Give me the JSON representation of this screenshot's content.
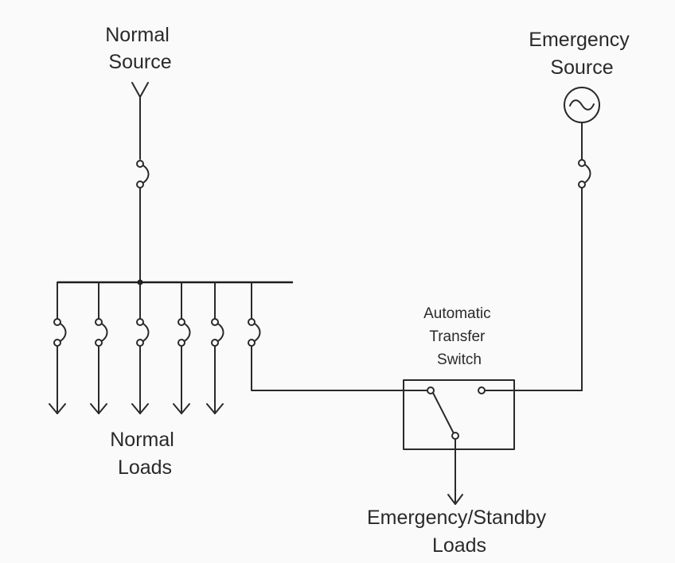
{
  "labels": {
    "normal_source": [
      "Normal",
      "Source"
    ],
    "emergency_source": [
      "Emergency",
      "Source"
    ],
    "normal_loads": [
      "Normal",
      "Loads"
    ],
    "ats": [
      "Automatic",
      "Transfer",
      "Switch"
    ],
    "emergency_loads": [
      "Emergency/Standby",
      "Loads"
    ]
  },
  "icons": {
    "normal_source": "antenna-feed-icon",
    "emergency_source": "ac-generator-icon",
    "breaker": "circuit-breaker-icon",
    "load": "load-arrow-icon"
  },
  "colors": {
    "line": "#2a2a2a",
    "background": "#fafafa"
  }
}
